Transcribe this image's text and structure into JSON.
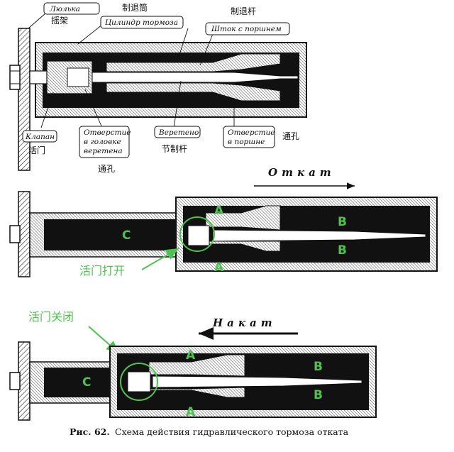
{
  "top_diagram": {
    "labels": {
      "cradle_ru": "Люлька",
      "cradle_cn": "摇架",
      "cylinder_cn": "制退筒",
      "cylinder_ru": "Цилиндр тормоза",
      "rod_cn": "制退杆",
      "rod_ru": "Шток с поршнем",
      "valve_ru": "Клапан",
      "valve_cn": "活门",
      "head_hole_ru_1": "Отверстие",
      "head_hole_ru_2": "в головке",
      "head_hole_ru_3": "веретена",
      "head_hole_cn": "通孔",
      "spindle_ru": "Веретено",
      "spindle_cn": "节制杆",
      "piston_hole_ru_1": "Отверстие",
      "piston_hole_ru_2": "в поршне",
      "piston_hole_cn": "通孔"
    }
  },
  "recoil_diagram": {
    "direction": "Откат",
    "chamber_c": "C",
    "chamber_a_top": "A",
    "chamber_a_bottom": "A",
    "chamber_b_top": "B",
    "chamber_b_bottom": "B",
    "valve_state": "活门打开"
  },
  "return_diagram": {
    "direction": "Накат",
    "chamber_c": "C",
    "chamber_a_top": "A",
    "chamber_a_bottom": "A",
    "chamber_b_top": "B",
    "chamber_b_bottom": "B",
    "valve_state": "活门关闭"
  },
  "caption": {
    "number": "Рис. 62.",
    "text": "Схема действия гидравлического тормоза отката"
  },
  "colors": {
    "ink": "#111111",
    "annotation_green": "#4ec24e"
  }
}
